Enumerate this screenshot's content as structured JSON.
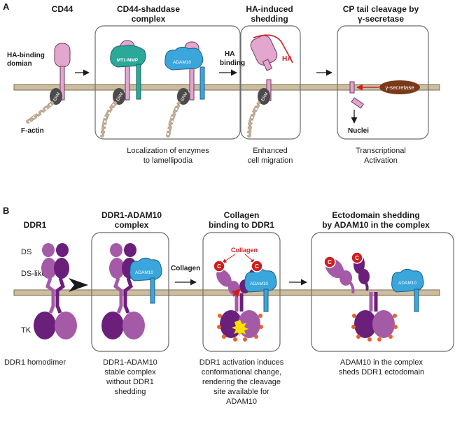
{
  "colors": {
    "membrane": "#cdbd9f",
    "membrane_edge": "#7a6a50",
    "cd44": "#e3a6cf",
    "mt1mmp": "#2aa89a",
    "adam10": "#3aa6dc",
    "erm": "#4b4b4b",
    "factin": "#c9b097",
    "gamma_secretase": "#7a3a1a",
    "red": "#cc1f1f",
    "ddr1_light": "#a45aa7",
    "ddr1_dark": "#6a1f7a",
    "phospho": "#e8622a"
  },
  "panel_a": {
    "letter": "A",
    "step1_title": "CD44",
    "step2_title_1": "CD44-shaddase",
    "step2_title_2": "complex",
    "step3_title_1": "HA-induced",
    "step3_title_2": "shedding",
    "step4_title_1": "CP tail cleavage by",
    "step4_title_2": "γ-secretase",
    "ha_binding_domain_1": "HA-binding",
    "ha_binding_domain_2": "domian",
    "f_actin": "F-actin",
    "erm": "ERM",
    "mt1mmp": "MT1-MMP",
    "adam10": "ADAM10",
    "ha_binding_arrow_1": "HA",
    "ha_binding_arrow_2": "binding",
    "ha": "HA",
    "gamma_secretase": "γ-secretase",
    "nuclei": "Nuclei",
    "caption2_1": "Localization of enzymes",
    "caption2_2": "to lamellipodia",
    "caption3_1": "Enhanced",
    "caption3_2": "cell migration",
    "caption4_1": "Transcriptional",
    "caption4_2": "Activation"
  },
  "panel_b": {
    "letter": "B",
    "step1_title": "DDR1",
    "step2_title_1": "DDR1-ADAM10",
    "step2_title_2": "complex",
    "step3_title_1": "Collagen",
    "step3_title_2": "binding to DDR1",
    "step4_title_1": "Ectodomain shedding",
    "step4_title_2": "by ADAM10 in the complex",
    "ds": "DS",
    "ds_like": "DS-like",
    "tk": "TK",
    "adam10": "ADAM10",
    "collagen_arrow": "Collagen",
    "collagen_label": "Collagen",
    "c": "C",
    "caption1": "DDR1 homodimer",
    "caption2_1": "DDR1-ADAM10",
    "caption2_2": "stable complex",
    "caption2_3": "without DDR1",
    "caption2_4": "shedding",
    "caption3_1": "DDR1 activation induces",
    "caption3_2": "conformational change,",
    "caption3_3": "rendering the cleavage",
    "caption3_4": "site available for",
    "caption3_5": "ADAM10",
    "caption4_1": "ADAM10 in the complex",
    "caption4_2": "sheds DDR1 ectodomain"
  }
}
